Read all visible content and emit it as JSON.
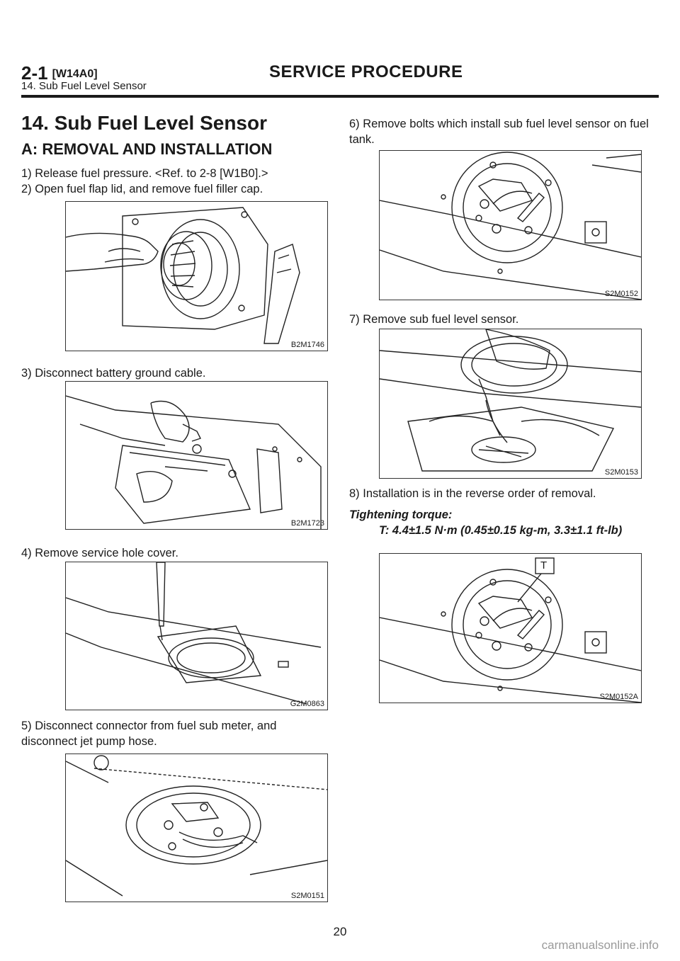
{
  "header": {
    "code": "2-1",
    "section_code": "[W14A0]",
    "title": "SERVICE PROCEDURE",
    "subtitle": "14. Sub Fuel Level Sensor"
  },
  "heading": "14. Sub Fuel Level Sensor",
  "subheading": "A: REMOVAL AND INSTALLATION",
  "steps": [
    "1) Release fuel pressure. <Ref. to 2-8 [W1B0].>",
    "2) Open fuel flap lid, and remove fuel filler cap.",
    "3) Disconnect battery ground cable.",
    "4) Remove service hole cover.",
    "5) Disconnect connector from fuel sub meter, and disconnect jet pump hose.",
    "6) Remove bolts which install sub fuel level sensor on fuel tank.",
    "7) Remove sub fuel level sensor.",
    "8) Installation is in the reverse order of removal."
  ],
  "torque": {
    "label": "Tightening torque:",
    "value": "T: 4.4±1.5 N·m (0.45±0.15 kg-m, 3.3±1.1 ft-lb)"
  },
  "figures": {
    "f1": "B2M1746",
    "f2": "B2M1723",
    "f3": "G2M0863",
    "f4": "S2M0151",
    "f5": "S2M0152",
    "f6": "S2M0153",
    "f7": "S2M0152A",
    "f7_callout": "T"
  },
  "page_number": "20",
  "watermark": "carmanualsonline.info"
}
